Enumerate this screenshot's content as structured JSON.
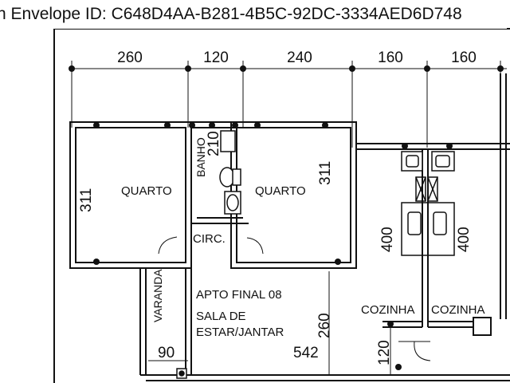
{
  "header": {
    "envelope_text": "n Envelope ID: C648D4AA-B281-4B5C-92DC-3334AED6D748"
  },
  "dimensions": {
    "top": [
      "260",
      "120",
      "240",
      "160",
      "160"
    ],
    "quarto_left_height": "311",
    "quarto_right_height": "311",
    "banho_height": "210",
    "cozinha_left_height": "400",
    "cozinha_right_height": "400",
    "sala_height": "260",
    "sala_width": "542",
    "varanda_width": "90",
    "entry_height": "120"
  },
  "rooms": {
    "quarto_left": "QUARTO",
    "quarto_right": "QUARTO",
    "banho": "BANHO",
    "circ": "CIRC.",
    "varanda": "VARANDA",
    "apto": "APTO FINAL 08",
    "sala_line1": "SALA DE",
    "sala_line2": "ESTAR/JANTAR",
    "cozinha_left": "COZINHA",
    "cozinha_right": "COZINHA"
  },
  "colors": {
    "wall": "#111111",
    "background": "#ffffff"
  }
}
